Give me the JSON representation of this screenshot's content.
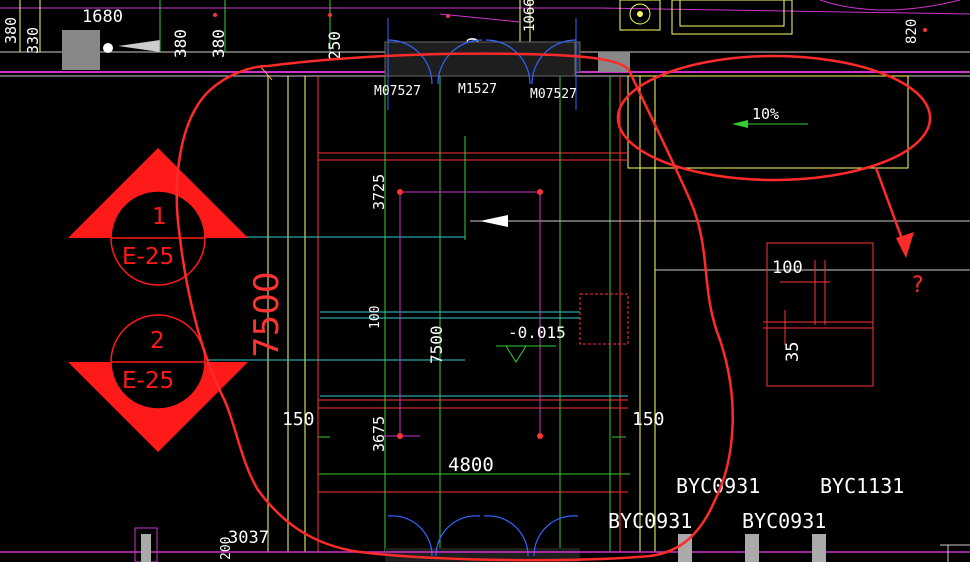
{
  "drawing": {
    "top_dims": {
      "d1680": "1680",
      "d380a": "380",
      "d380b": "380",
      "d250": "250",
      "d600": "600",
      "d1066": "1066",
      "d820": "820",
      "d380c": "380",
      "d330": "330"
    },
    "doors": {
      "left": "M07527",
      "mid": "M1527",
      "right": "M07527"
    },
    "slope": "10%",
    "question": "?",
    "section_marks": [
      {
        "num": "1",
        "ref": "E-25"
      },
      {
        "num": "2",
        "ref": "E-25"
      }
    ],
    "dims": {
      "overall_h": "7500",
      "inner_h": "7500",
      "top_seg": "3725",
      "bottom_seg": "3675",
      "mid_seg": "100",
      "width": "4800",
      "side_left": "150",
      "side_right": "150",
      "elev": "-0.015",
      "detail_100": "100",
      "detail_35": "35"
    },
    "windows": {
      "w1": "BYC0931",
      "w2": "BYC1131",
      "w3": "BYC0931",
      "w4": "BYC0931"
    },
    "bottom_left": "3037",
    "bottom_left_b": "200"
  },
  "colors": {
    "background": "#000000",
    "wall": "#ffff66",
    "axis": "#33cc33",
    "cyan": "#33cccc",
    "magenta": "#cc33cc",
    "red": "#ff3333",
    "annotation": "#ff2222",
    "door": "#3366ff",
    "text": "#ffffff",
    "markup": "#ff3333"
  }
}
